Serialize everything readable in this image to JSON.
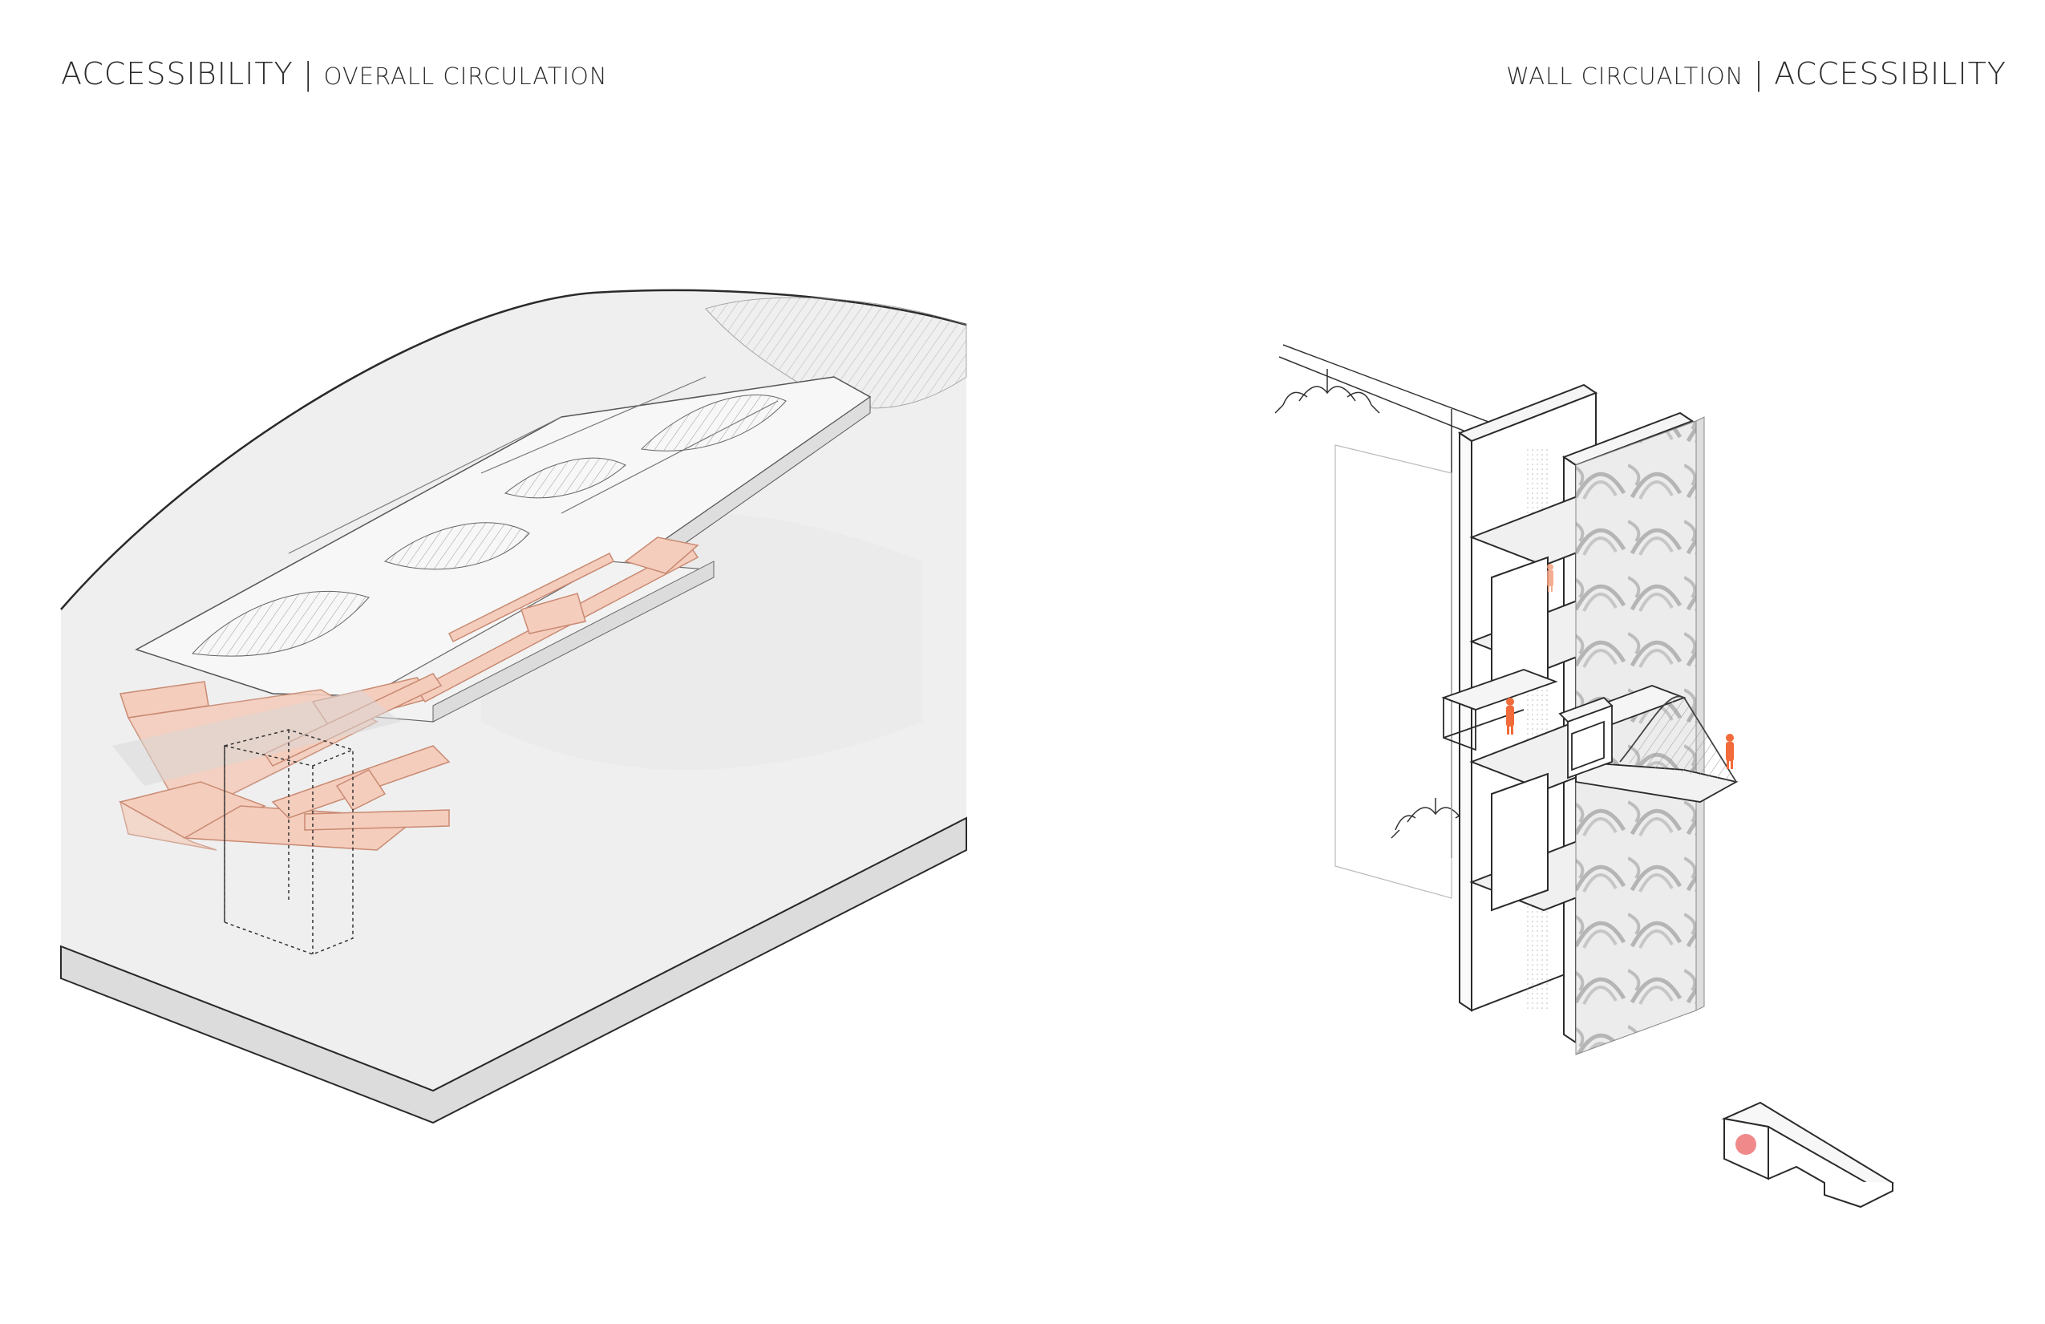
{
  "left_header": {
    "title": "ACCESSIBILITY",
    "separator": "|",
    "subtitle": "OVERALL CIRCULATION"
  },
  "right_header": {
    "subtitle": "WALL CIRCUALTION",
    "separator": "|",
    "title": "ACCESSIBILITY"
  },
  "colors": {
    "ink": "#2a2a2a",
    "terrain": "#efefef",
    "terrain_side": "#e2e2e2",
    "circulation": "#f4cdbd",
    "circulation_edge": "#c98a72",
    "figure": "#f26b3a",
    "key_dot": "#f08a8a",
    "pattern": "#bdbdbd"
  },
  "icons": [
    "human-figure-icon",
    "location-dot-icon"
  ]
}
